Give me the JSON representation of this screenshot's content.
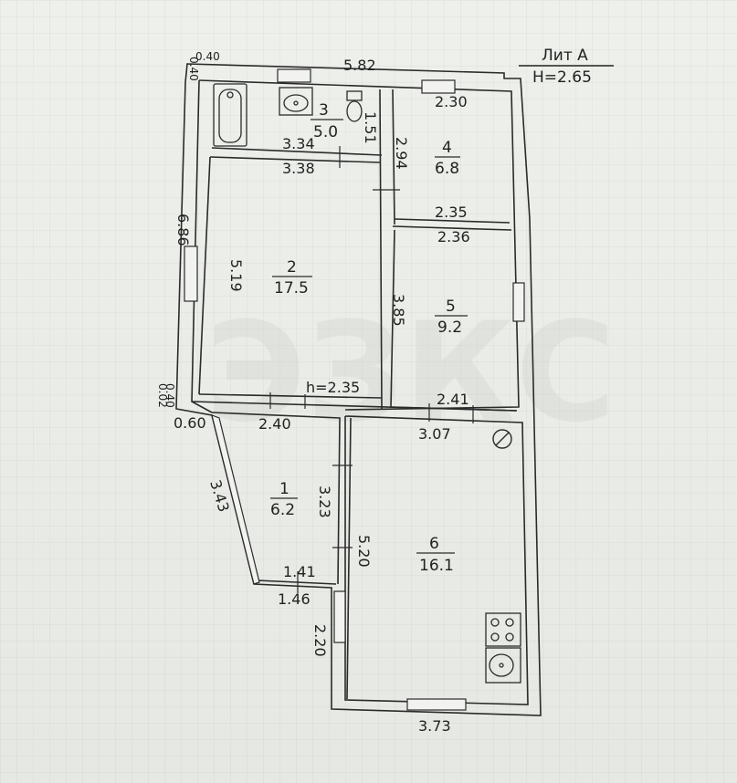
{
  "header": {
    "title": "Лит А",
    "height": "H=2.65"
  },
  "watermark": "ЭЗКС",
  "dimensions": {
    "top_overall": "5.82",
    "top_left_offset": "0.40",
    "left_top_offset": "0.40",
    "room4_top": "2.30",
    "room4_left": "2.94",
    "room4_bottom": "2.35",
    "room5_top": "2.36",
    "room5_left": "3.85",
    "room5_bottom": "2.41",
    "room3_bottom": "3.34",
    "room3_side": "1.51",
    "room2_top": "3.38",
    "room2_inner_left": "5.19",
    "outer_left": "6.86",
    "room2_ceiling": "h=2.35",
    "left_mid_a": "0.02",
    "left_mid_b": "0.40",
    "room1_topleft": "0.60",
    "room1_top": "2.40",
    "room1_diag": "3.43",
    "room1_right": "3.23",
    "room1_bottom_in": "1.41",
    "room1_bottom_out": "1.46",
    "room6_top": "3.07",
    "room6_left": "5.20",
    "lower_left": "2.20",
    "bottom_overall": "3.73"
  },
  "rooms": [
    {
      "num": "1",
      "area": "6.2"
    },
    {
      "num": "2",
      "area": "17.5"
    },
    {
      "num": "3",
      "area": "5.0"
    },
    {
      "num": "4",
      "area": "6.8"
    },
    {
      "num": "5",
      "area": "9.2"
    },
    {
      "num": "6",
      "area": "16.1"
    }
  ]
}
